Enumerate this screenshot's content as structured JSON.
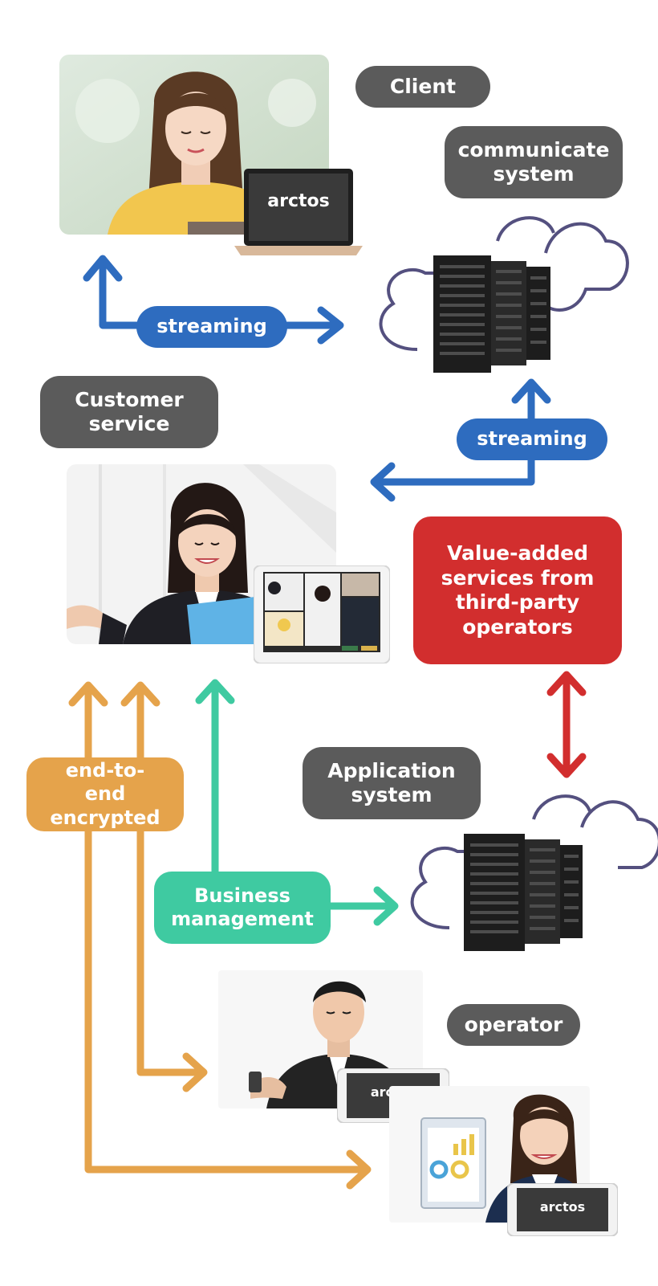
{
  "labels": {
    "client": "Client",
    "communicate_system": "communicate system",
    "streaming_top": "streaming",
    "customer_service": "Customer service",
    "streaming_right": "streaming",
    "value_added": "Value-added services from third-party operators",
    "end_to_end": "end-to-end encrypted",
    "application_system": "Application system",
    "business_management": "Business management",
    "operator": "operator"
  },
  "brand": {
    "logo_text": "arctos"
  },
  "colors": {
    "gray": "#5b5b5b",
    "blue": "#2e6cbf",
    "red": "#d22e2e",
    "orange": "#e5a34b",
    "teal": "#3fcaa1",
    "cloud": "#54507f"
  }
}
